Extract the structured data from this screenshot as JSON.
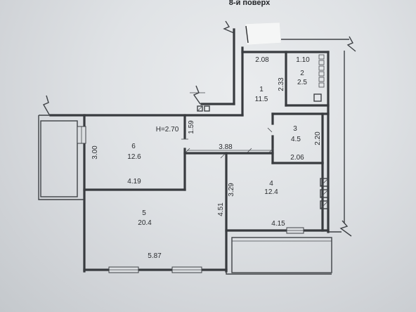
{
  "header": {
    "floor_label": "8-й поверх"
  },
  "plan": {
    "ceiling_height": "H=2.70",
    "rooms": [
      {
        "number": "1",
        "area": "11.5"
      },
      {
        "number": "2",
        "area": "2.5"
      },
      {
        "number": "3",
        "area": "4.5"
      },
      {
        "number": "4",
        "area": "12.4"
      },
      {
        "number": "5",
        "area": "20.4"
      },
      {
        "number": "6",
        "area": "12.6"
      }
    ],
    "dimensions": {
      "room1_width": "2.08",
      "room2_width": "1.10",
      "room2_depth": "2.33",
      "corridor_depth": "1.59",
      "corridor_length": "3.88",
      "room3_depth": "2.20",
      "room3_width": "2.06",
      "room6_depth": "3.00",
      "room6_width": "4.19",
      "room5_depth": "4.51",
      "room4_depth": "3.29",
      "room4_width": "4.15",
      "room5_width": "5.87"
    }
  }
}
